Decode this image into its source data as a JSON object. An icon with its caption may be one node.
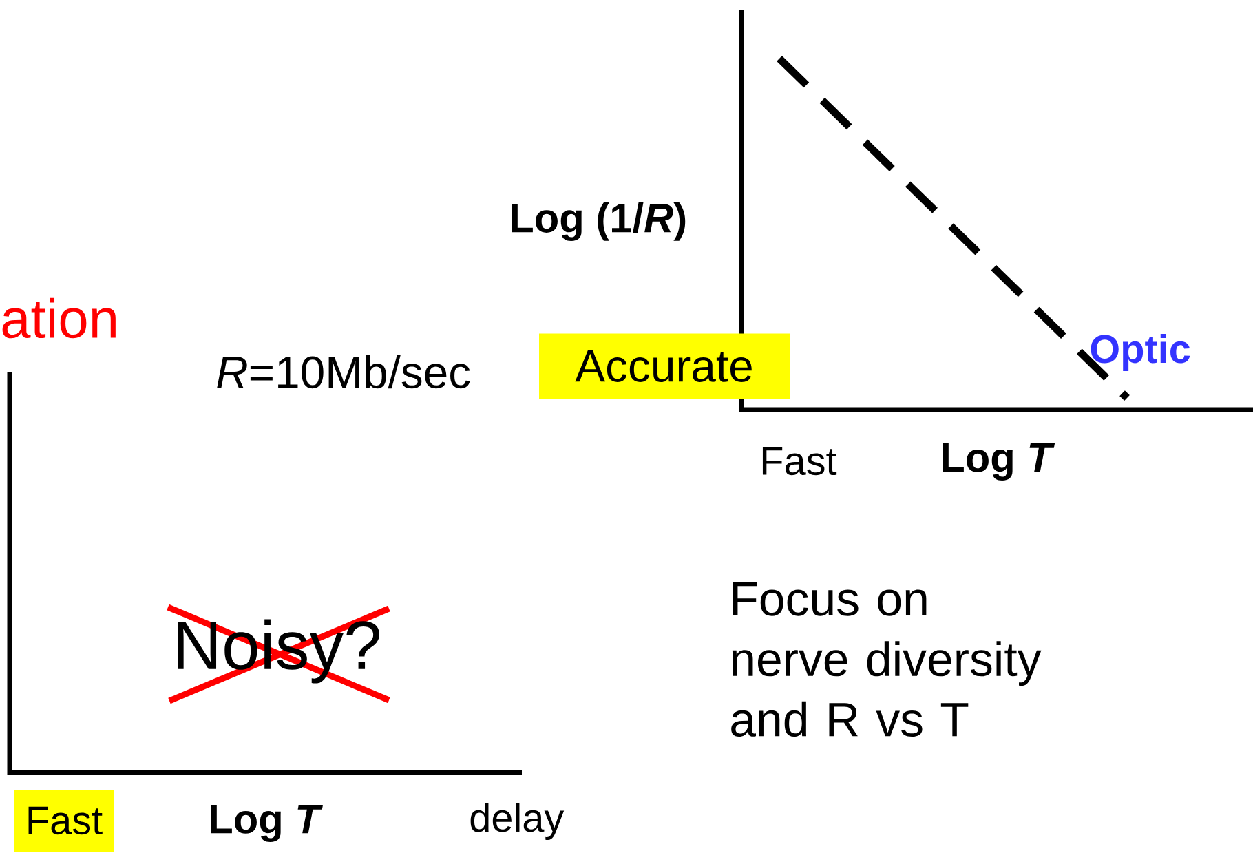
{
  "diagram": {
    "nodes": [
      {
        "text": [
          "Accurate"
        ]
      },
      {
        "text": [
          "Fast"
        ]
      }
    ],
    "labels": [
      "Log (1/*R*)",
      "ation",
      "*R*=10Mb/sec",
      "Optic",
      "Fast",
      "Log *T*",
      "Focus on nerve diversity and R vs T",
      "Noisy?",
      "Log *T*",
      "delay"
    ]
  }
}
